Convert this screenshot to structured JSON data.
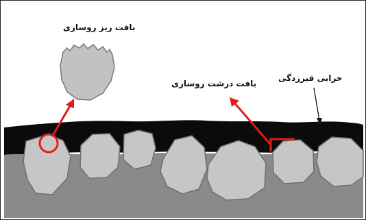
{
  "labels": {
    "fine_texture": "بافت ریز روسازی",
    "coarse_texture": "بافت درشت روسازی",
    "distress": "خرابی قیرزدگی"
  },
  "colors": {
    "background": "#ffffff",
    "base_layer": "#8a8a8a",
    "aggregate": "#c6c6c6",
    "bitumen": "#0b0b0b",
    "arrow_red": "#e01c1c",
    "text": "#111111"
  }
}
